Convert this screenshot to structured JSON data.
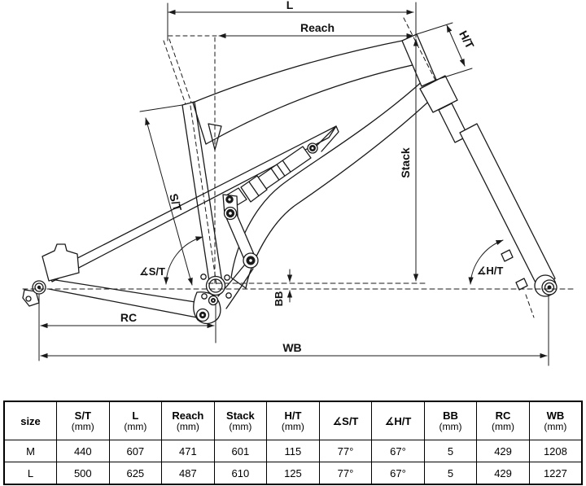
{
  "page": {
    "background": "#ffffff",
    "line_color": "#1a1a1a"
  },
  "diagram": {
    "type": "bike-frame-geometry",
    "dimension_labels": {
      "top_length": "L",
      "reach": "Reach",
      "head_tube": "H/T",
      "stack": "Stack",
      "seat_tube": "S/T",
      "seat_tube_angle": "∡S/T",
      "head_tube_angle": "∡H/T",
      "bb_drop": "BB",
      "rear_center": "RC",
      "wheelbase": "WB"
    }
  },
  "table": {
    "columns": [
      {
        "label": "size",
        "unit": ""
      },
      {
        "label": "S/T",
        "unit": "(mm)"
      },
      {
        "label": "L",
        "unit": "(mm)"
      },
      {
        "label": "Reach",
        "unit": "(mm)"
      },
      {
        "label": "Stack",
        "unit": "(mm)"
      },
      {
        "label": "H/T",
        "unit": "(mm)"
      },
      {
        "label": "∡S/T",
        "unit": ""
      },
      {
        "label": "∡H/T",
        "unit": ""
      },
      {
        "label": "BB",
        "unit": "(mm)"
      },
      {
        "label": "RC",
        "unit": "(mm)"
      },
      {
        "label": "WB",
        "unit": "(mm)"
      }
    ],
    "rows": [
      {
        "cells": [
          "M",
          "440",
          "607",
          "471",
          "601",
          "115",
          "77°",
          "67°",
          "5",
          "429",
          "1208"
        ]
      },
      {
        "cells": [
          "L",
          "500",
          "625",
          "487",
          "610",
          "125",
          "77°",
          "67°",
          "5",
          "429",
          "1227"
        ]
      }
    ]
  }
}
